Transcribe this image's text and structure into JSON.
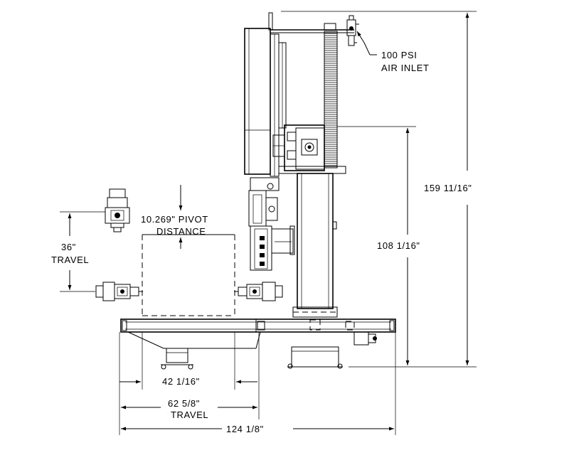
{
  "labels": {
    "air_inlet_line1": "100 PSI",
    "air_inlet_line2": "AIR INLET",
    "overall_height": "159 11/16\"",
    "column_height": "108 1/16\"",
    "pivot_line1": "10.269\" PIVOT",
    "pivot_line2": "DISTANCE",
    "vertical_travel_line1": "36\"",
    "vertical_travel_line2": "TRAVEL",
    "inner_width": "42 1/16\"",
    "horizontal_travel_line1": "62 5/8\"",
    "horizontal_travel_line2": "TRAVEL",
    "overall_width": "124 1/8\""
  }
}
